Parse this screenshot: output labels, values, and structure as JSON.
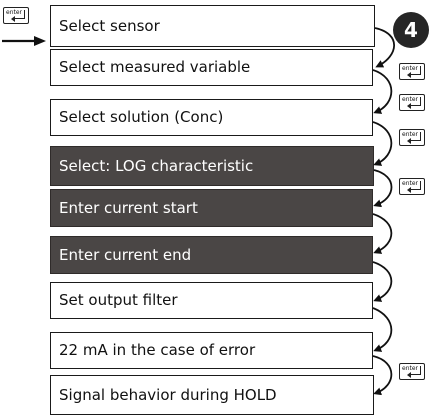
{
  "step_number": "4",
  "enter_key_label": "enter",
  "steps": [
    {
      "label": "Select sensor"
    },
    {
      "label": "Select measured variable"
    },
    {
      "label": "Select solution (Conc)"
    },
    {
      "label": "Select: LOG characteristic"
    },
    {
      "label": "Enter current start"
    },
    {
      "label": "Enter current end"
    },
    {
      "label": "Set output filter"
    },
    {
      "label": "22 mA in the case of error"
    },
    {
      "label": "Signal behavior during HOLD"
    }
  ]
}
